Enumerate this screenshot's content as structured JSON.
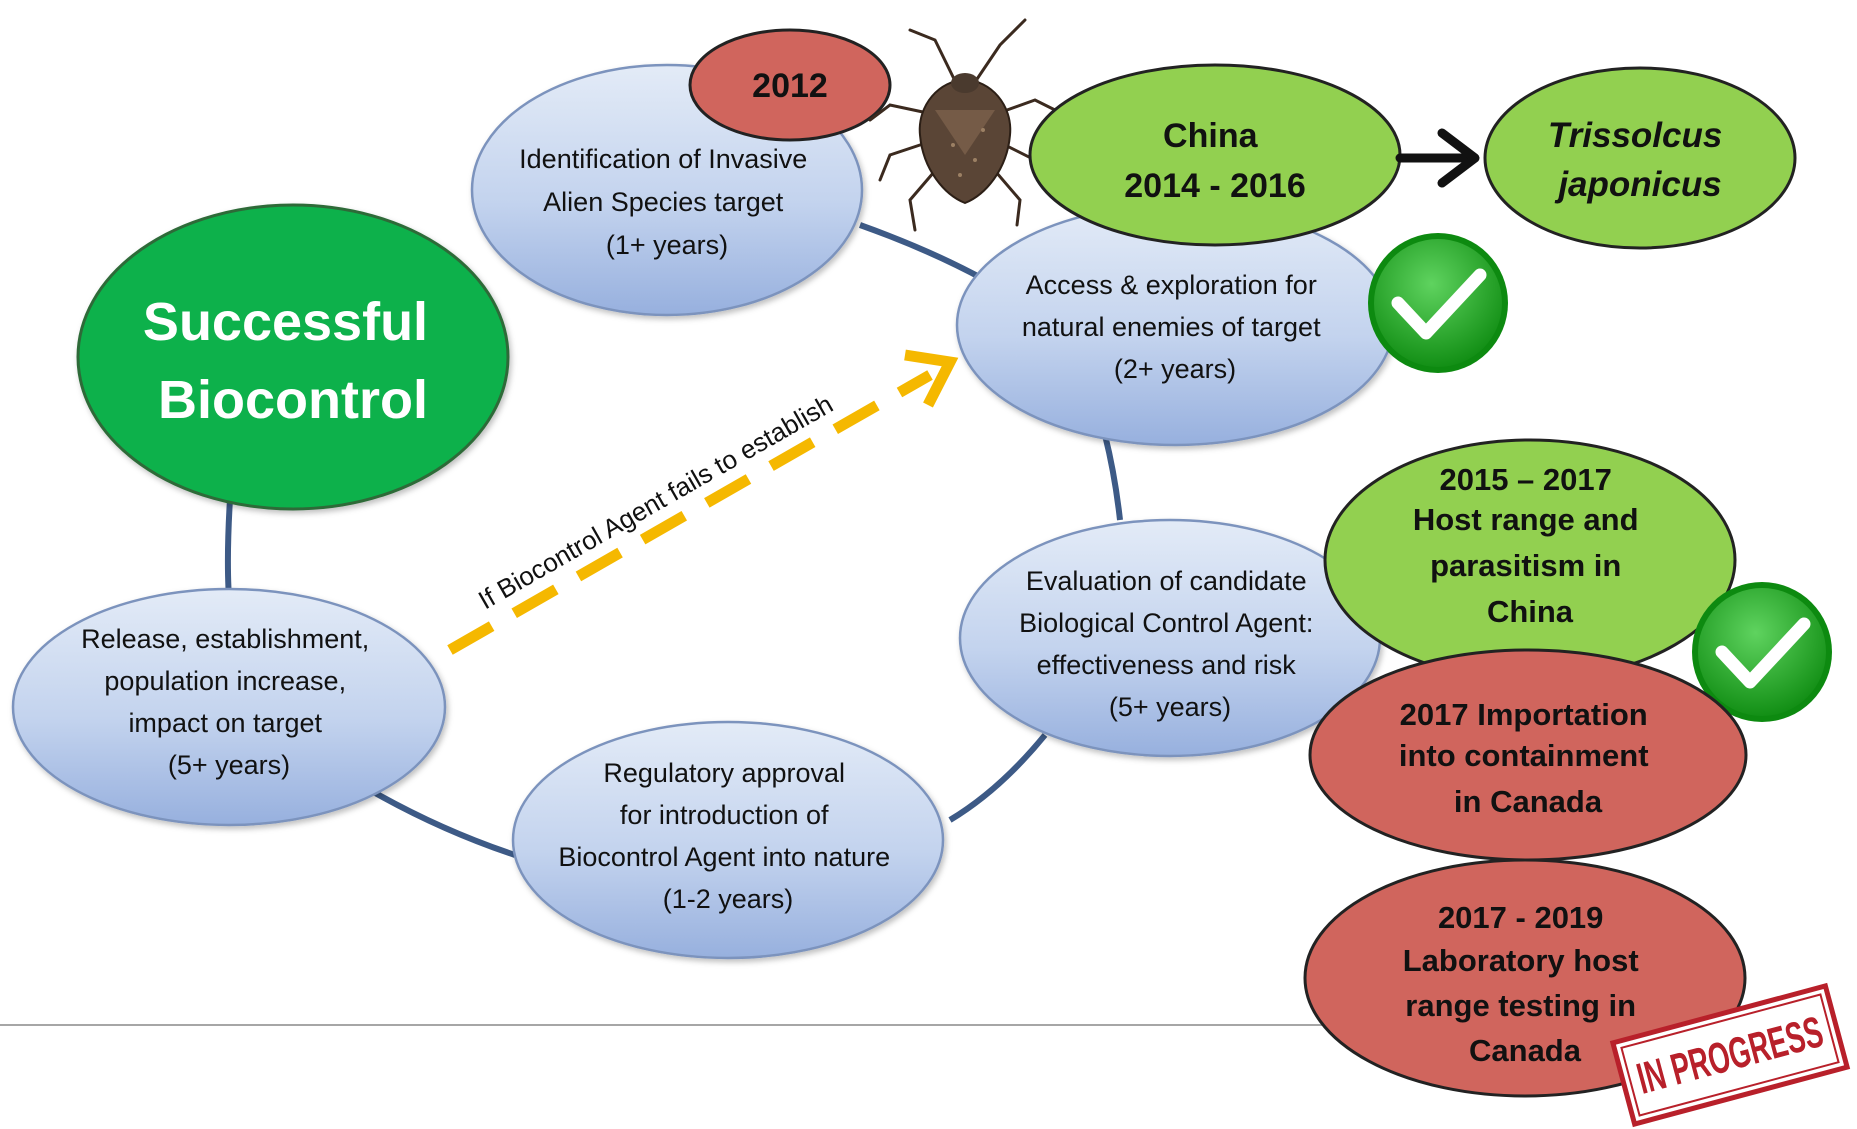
{
  "cycle": {
    "identification": {
      "lines": [
        "Identification of Invasive",
        "Alien Species target",
        "(1+ years)"
      ]
    },
    "access": {
      "lines": [
        "Access & exploration for",
        "natural enemies of target",
        "(2+ years)"
      ]
    },
    "evaluation": {
      "lines": [
        "Evaluation of candidate",
        "Biological Control Agent:",
        "effectiveness and risk",
        "(5+ years)"
      ]
    },
    "regulatory": {
      "lines": [
        "Regulatory approval",
        "for introduction of",
        "Biocontrol Agent into nature",
        "(1-2 years)"
      ]
    },
    "release": {
      "lines": [
        "Release, establishment,",
        "population increase,",
        "impact on target",
        "(5+ years)"
      ]
    }
  },
  "outcome": {
    "lines": [
      "Successful",
      "Biocontrol"
    ]
  },
  "feedback_arrow": {
    "label": "If Biocontrol Agent fails to establish"
  },
  "milestones": {
    "year_2012": "2012",
    "china": {
      "lines": [
        "China",
        "2014 - 2016"
      ]
    },
    "agent": {
      "lines": [
        "Trissolcus",
        "japonicus"
      ]
    },
    "host_range_china": {
      "lines": [
        "2015 – 2017",
        "Host range and",
        "parasitism in",
        "China"
      ]
    },
    "importation": {
      "lines": [
        "2017 Importation",
        "into containment",
        "in Canada"
      ]
    },
    "lab_testing": {
      "lines": [
        "2017 - 2019",
        "Laboratory host",
        "range testing in",
        "Canada"
      ]
    }
  },
  "stamp": {
    "text": "IN PROGRESS"
  },
  "colors": {
    "cycle_fill_top": "#dfe8f6",
    "cycle_fill_bottom": "#9fb7e0",
    "cycle_stroke": "#7b93bd",
    "connector": "#3d5a86",
    "dark_green": "#0bb14b",
    "light_green": "#92d050",
    "red": "#d0655d",
    "dashed_arrow": "#f5b800",
    "check_green": "#1e9e1e",
    "stamp_red": "#b8202a"
  },
  "icons": [
    "stink-bug-icon",
    "checkmark-icon",
    "arrow-right-icon",
    "in-progress-stamp"
  ]
}
